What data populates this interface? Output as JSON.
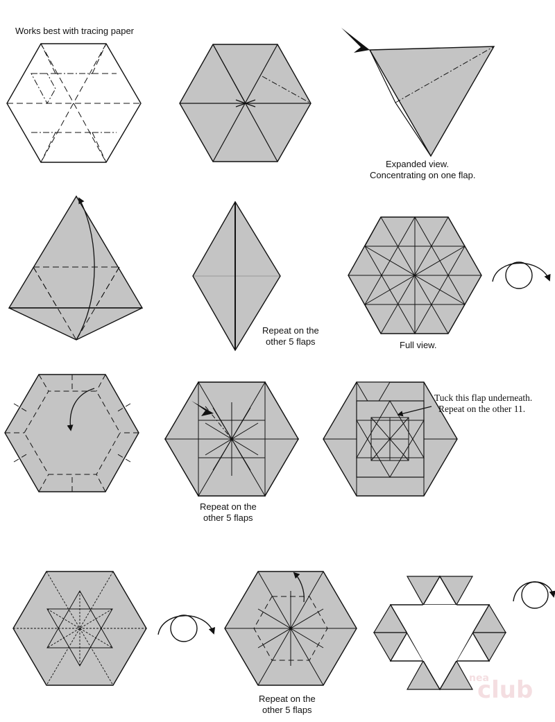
{
  "colors": {
    "paper": "#ffffff",
    "shade": "#c4c4c4",
    "ink": "#111111",
    "watermark": "#f3d9dc"
  },
  "captions": {
    "tracing_note": "Works best with tracing paper",
    "expanded_line1": "Expanded view.",
    "expanded_line2": "Concentrating on one flap.",
    "repeat_line1": "Repeat on the",
    "repeat_line2": "other 5 flaps",
    "full_view": "Full view.",
    "tuck_line1": "Tuck this flap underneath.",
    "tuck_line2": "Repeat on the other 11."
  },
  "watermark": {
    "small": "nea",
    "large": "club"
  },
  "icons": {
    "turn_over": "turn-over-icon",
    "push_arrow": "push-arrow-icon",
    "fold_arrow": "fold-arrow-icon"
  }
}
